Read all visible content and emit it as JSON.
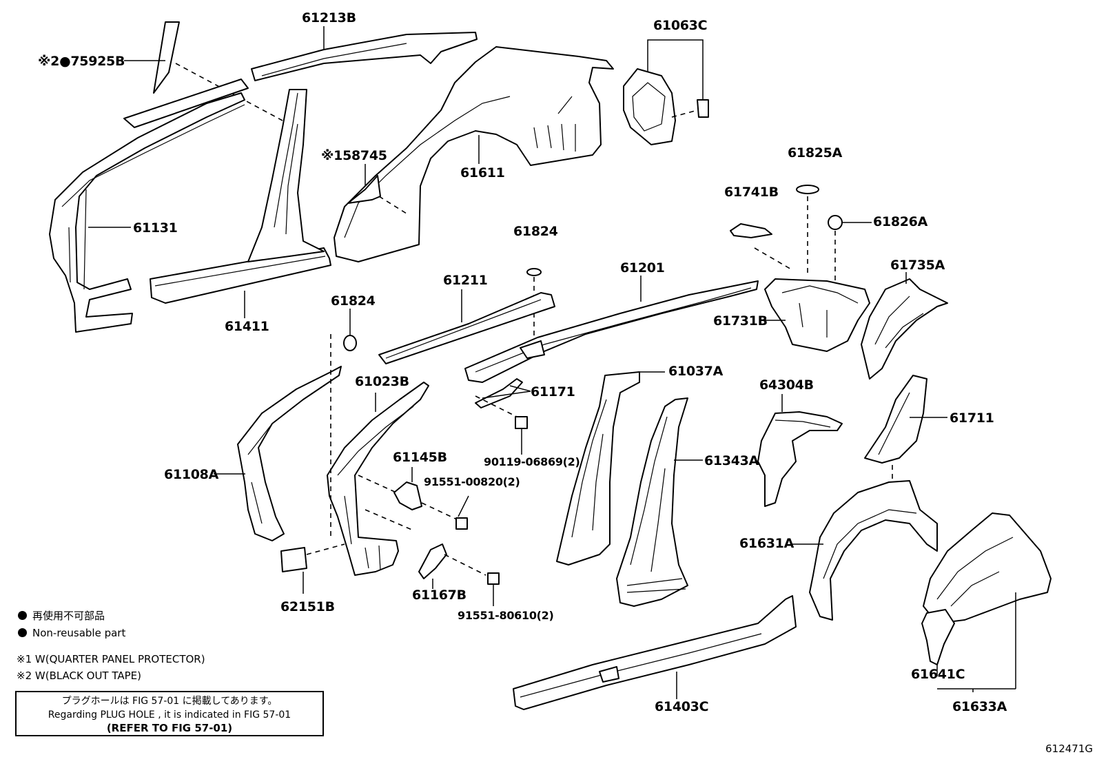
{
  "labels": {
    "p75925b": "※2●75925B",
    "p61213b": "61213B",
    "p61063c": "61063C",
    "p61131": "61131",
    "p158745": "※158745",
    "p61611": "61611",
    "p61825a": "61825A",
    "p61741b": "61741B",
    "p61826a": "61826A",
    "p61824_top": "61824",
    "p61735a": "61735A",
    "p61411": "61411",
    "p61211": "61211",
    "p61201": "61201",
    "p61824_mid": "61824",
    "p61731b": "61731B",
    "p61023b": "61023B",
    "p61037a": "61037A",
    "p64304b": "64304B",
    "p61171": "61171",
    "p61711": "61711",
    "p90119": "90119-06869(2)",
    "p61108a": "61108A",
    "p61145b": "61145B",
    "p61343a": "61343A",
    "p91551_00820": "91551-00820(2)",
    "p61631a": "61631A",
    "p61167b": "61167B",
    "p62151b": "62151B",
    "p91551_80610": "91551-80610(2)",
    "p61641c": "61641C",
    "p61403c": "61403C",
    "p61633a": "61633A"
  },
  "legend": {
    "non_reusable_jp": "再使用不可部品",
    "non_reusable_en": "Non-reusable part",
    "note1": "※1 W(QUARTER PANEL PROTECTOR)",
    "note2": "※2 W(BLACK OUT TAPE)"
  },
  "reference": {
    "line_jp": "プラグホールは FIG 57-01 に掲載してあります。",
    "line_en": "Regarding PLUG HOLE , it is indicated in FIG 57-01",
    "line_refer": "(REFER TO FIG 57-01)"
  },
  "illustration_number": "612471G"
}
